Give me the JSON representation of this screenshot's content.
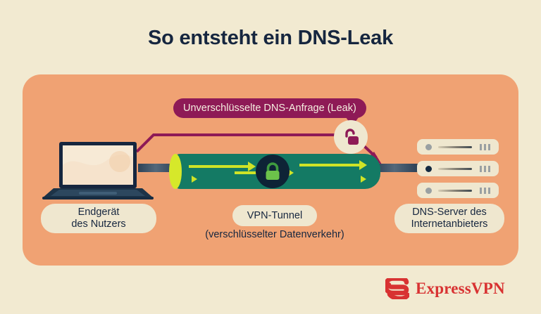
{
  "title": "So entsteht ein DNS-Leak",
  "colors": {
    "background": "#f2ead1",
    "panel": "#f0a273",
    "ink": "#16263f",
    "leak": "#8e1a56",
    "tunnel": "#147a64",
    "accent_lime": "#cfe327",
    "cream": "#efe7cf",
    "brand_red": "#d83232"
  },
  "badge": {
    "label": "Unverschlüsselte DNS-Anfrage (Leak)",
    "icon": "open-padlock-icon"
  },
  "tunnel": {
    "icon": "closed-padlock-icon",
    "arrow_count": 3
  },
  "labels": {
    "device_line1": "Endgerät",
    "device_line2": "des Nutzers",
    "vpn": "VPN-Tunnel",
    "vpn_caption": "(verschlüsselter Datenverkehr)",
    "dns_line1": "DNS-Server des",
    "dns_line2": "Internetanbieters"
  },
  "nodes": {
    "device_icon": "laptop-icon",
    "server_icon": "server-rack-icon",
    "server_units": 3
  },
  "logo": {
    "text": "ExpressVPN",
    "mark": "expressvpn-e-mark"
  }
}
